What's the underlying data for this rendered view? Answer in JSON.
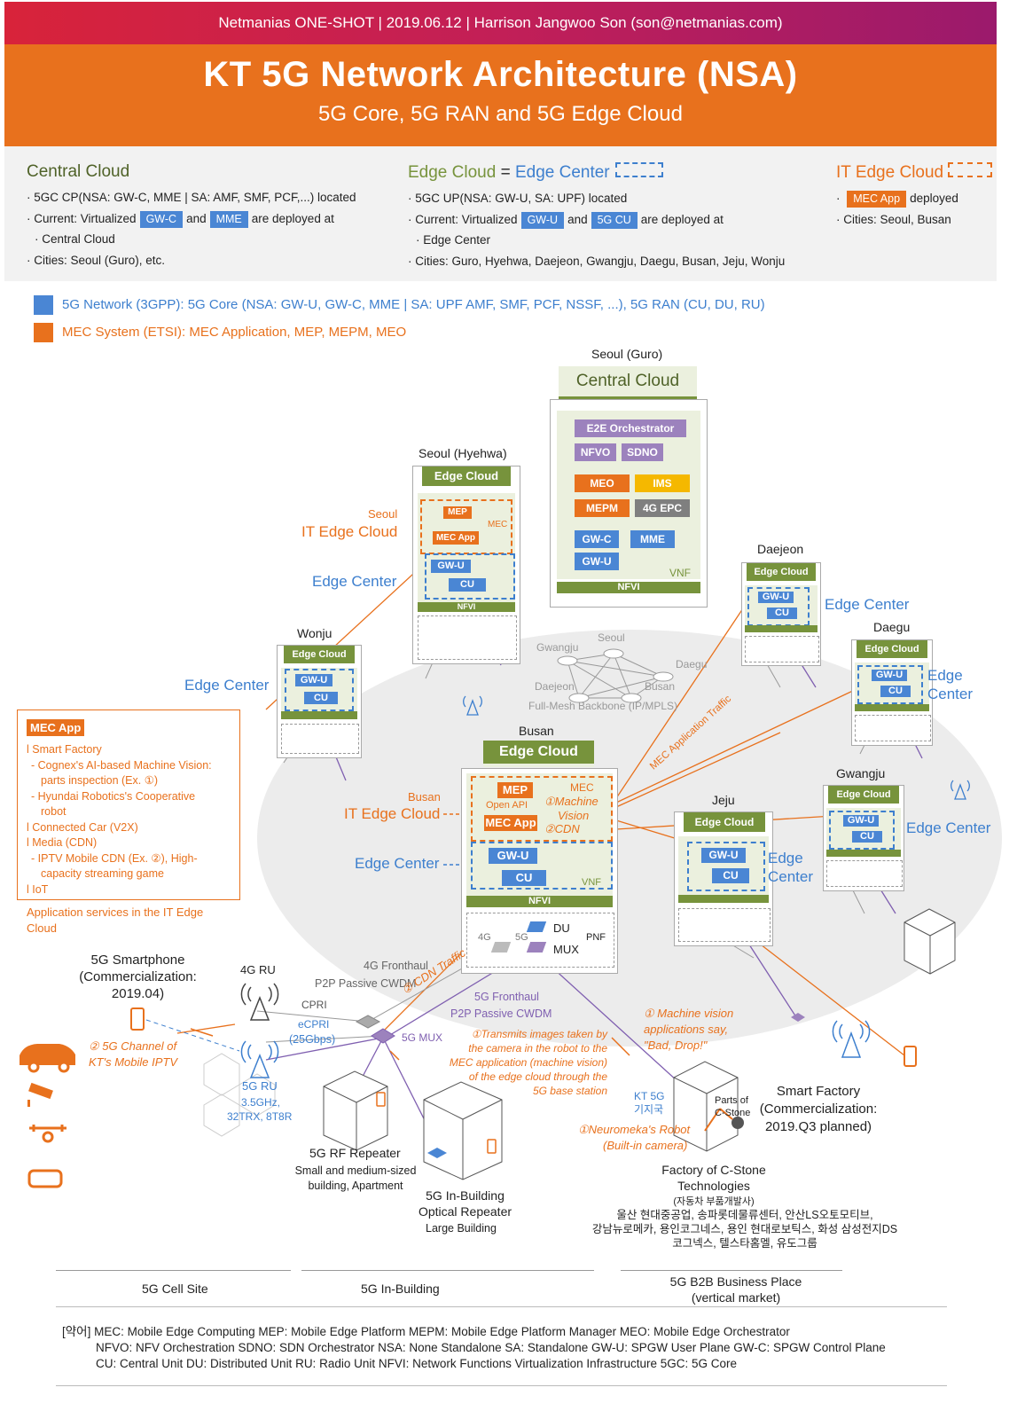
{
  "header": {
    "topline": "Netmanias ONE-SHOT  |  2019.06.12  |  Harrison Jangwoo Son (son@netmanias.com)",
    "title": "KT 5G Network Architecture (NSA)",
    "subtitle": "5G Core, 5G RAN and 5G Edge Cloud"
  },
  "info": {
    "central": {
      "title": "Central Cloud",
      "l1": "5GC CP(NSA: GW-C, MME | SA: AMF, SMF, PCF,...) located",
      "l2a": "Current: Virtualized",
      "tag1": "GW-C",
      "and": "and",
      "tag2": "MME",
      "l2b": "are deployed at",
      "l2c": "Central Cloud",
      "l3": "Cities: Seoul (Guro), etc."
    },
    "edge": {
      "title_a": "Edge Cloud",
      "eq": " = ",
      "title_b": "Edge Center",
      "l1": "5GC UP(NSA: GW-U, SA: UPF) located",
      "l2a": "Current: Virtualized",
      "tag1": "GW-U",
      "and": "and",
      "tag2": "5G CU",
      "l2b": "are deployed at",
      "l2c": "Edge Center",
      "l3": "Cities: Guro, Hyehwa, Daejeon, Gwangju, Daegu, Busan, Jeju, Wonju"
    },
    "it": {
      "title": "IT Edge Cloud",
      "tag": "MEC App",
      "l1b": "deployed",
      "l2": "Cities: Seoul, Busan"
    }
  },
  "legend": {
    "net_label": "5G Network (3GPP):",
    "net_text": " 5G Core (NSA: GW-U, GW-C, MME | SA: UPF AMF, SMF, PCF, NSSF, ...), 5G RAN (CU, DU, RU)",
    "mec_label": "MEC System (ETSI):",
    "mec_text": " MEC Application, MEP, MEPM, MEO"
  },
  "central": {
    "city": "Seoul (Guro)",
    "title": "Central Cloud",
    "e2e": "E2E Orchestrator",
    "nfvo": "NFVO",
    "sdno": "SDNO",
    "meo": "MEO",
    "ims": "IMS",
    "mepm": "MEPM",
    "epc": "4G EPC",
    "gwc": "GW-C",
    "mme": "MME",
    "gwu": "GW-U",
    "vnf": "VNF",
    "nfvi": "NFVI"
  },
  "common": {
    "edge_cloud": "Edge Cloud",
    "gwu": "GW-U",
    "cu": "CU",
    "nfvi": "NFVI",
    "mep": "MEP",
    "mec": "MEC",
    "mec_app": "MEC App",
    "edge_center": "Edge Center",
    "it_edge_cloud": "IT Edge Cloud",
    "vnf": "VNF",
    "edge": "Edge",
    "center": "Center"
  },
  "sites": {
    "hyehwa": "Seoul (Hyehwa)",
    "seoul_small": "Seoul",
    "wonju": "Wonju",
    "daejeon": "Daejeon",
    "daegu": "Daegu",
    "busan": "Busan",
    "busan_small": "Busan",
    "jeju": "Jeju",
    "gwangju": "Gwangju"
  },
  "backbone": {
    "seoul": "Seoul",
    "gwangju": "Gwangju",
    "daegu": "Daegu",
    "daejeon": "Daejeon",
    "busan": "Busan",
    "label": "Full-Mesh Backbone (IP/MPLS)"
  },
  "busan_detail": {
    "open_api": "Open API",
    "mv1": "①Machine",
    "mv2": "Vision",
    "cdn": "②CDN",
    "g4": "4G",
    "g5": "5G",
    "du": "DU",
    "mux": "MUX",
    "pnf": "PNF"
  },
  "mec_panel": {
    "title": "MEC App",
    "i1": "l Smart Factory",
    "i1a": "- Cognex's AI-based Machine Vision:",
    "i1b": "parts inspection (Ex. ①)",
    "i1c": "- Hyundai Robotics's Cooperative",
    "i1d": "robot",
    "i2": "l Connected Car (V2X)",
    "i3": "l Media (CDN)",
    "i3a": "- IPTV Mobile CDN (Ex. ②), High-",
    "i3b": "capacity streaming game",
    "i4": "l IoT",
    "note1": "Application services in the IT Edge",
    "note2": "Cloud"
  },
  "ran": {
    "smartphone1": "5G Smartphone",
    "smartphone2": "(Commercialization:",
    "smartphone3": "2019.04)",
    "ru4g": "4G RU",
    "fh4g": "4G Fronthaul",
    "p2p1": "P2P Passive CWDM",
    "cpri": "CPRI",
    "ecpri": "eCPRI",
    "gbps": "(25Gbps)",
    "mux5g": "5G MUX",
    "fh5g": "5G Fronthaul",
    "p2p2": "P2P Passive CWDM",
    "cdn_traffic": "② CDN Traffic",
    "mec_traffic": "MEC Application Traffic",
    "ch1": "② 5G Channel of",
    "ch2": "KT's Mobile IPTV",
    "ru5g": "5G RU",
    "ru5g_b": "3.5GHz,",
    "ru5g_c": "32TRX, 8T8R",
    "rep1": "5G RF Repeater",
    "rep2": "Small and medium-sized",
    "rep3": "building, Apartment",
    "opt1": "5G In-Building",
    "opt2": "Optical Repeater",
    "opt3": "Large Building",
    "tx1": "①Transmits images taken by",
    "tx2": "the camera in the robot to the",
    "tx3": "MEC application (machine vision)",
    "tx4": "of the edge cloud through the",
    "tx5": "5G base station",
    "mvsay1": "① Machine vision",
    "mvsay2": "applications say,",
    "mvsay3": "\"Bad, Drop!\"",
    "kt5g1": "KT 5G",
    "kt5g2": "기지국",
    "parts1": "Parts of",
    "parts2": "C-Stone",
    "robot1": "①Neuromeka's Robot",
    "robot2": "(Built-in camera)",
    "sf1": "Smart Factory",
    "sf2": "(Commercialization:",
    "sf3": "2019.Q3 planned)",
    "fac1": "Factory of C-Stone",
    "fac2": "Technologies",
    "fac3": "(자동차 부품개발사)",
    "fac4": "울산 현대중공업, 송파롯데물류센터, 안산LS오토모티브,",
    "fac5": "강남뉴로메카, 용인코그네스, 용인 현대로보틱스, 화성 삼성전지DS",
    "fac6": "코그넥스, 텔스타홈멜, 유도그룹"
  },
  "bottom": {
    "s1": "5G Cell Site",
    "s2": "5G In-Building",
    "s3a": "5G B2B Business Place",
    "s3b": "(vertical market)"
  },
  "footer": {
    "l1": "[약어] MEC: Mobile Edge Computing      MEP: Mobile Edge Platform      MEPM: Mobile Edge Platform Manager      MEO: Mobile Edge Orchestrator",
    "l2": "NFVO: NFV Orchestration      SDNO: SDN Orchestrator      NSA: None Standalone      SA: Standalone      GW-U: SPGW User Plane      GW-C: SPGW Control Plane",
    "l3": "CU: Central Unit      DU: Distributed Unit      RU: Radio Unit      NFVI: Network Functions Virtualization Infrastructure      5GC: 5G Core"
  },
  "colors": {
    "orange": "#e8711d",
    "blue": "#4a86d4",
    "green": "#77933c",
    "purple": "#9c82bd",
    "yellow": "#f5b800",
    "header_red": "#d8233a"
  }
}
